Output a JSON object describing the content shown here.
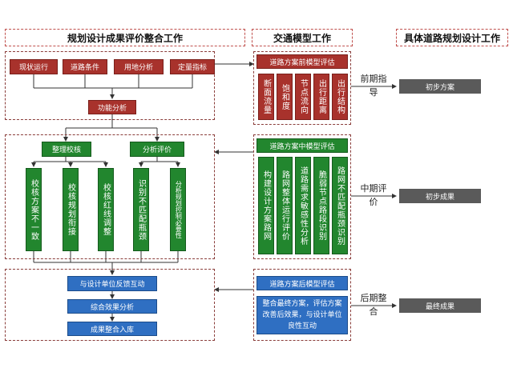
{
  "headers": {
    "planning": "规划设计成果评价整合工作",
    "traffic": "交通模型工作",
    "road": "具体道路规划设计工作"
  },
  "left": {
    "inputs": [
      "现状运行",
      "道路条件",
      "用地分析",
      "定量指标"
    ],
    "function_analysis": "功能分析",
    "check_group": "整理校核",
    "eval_group": "分析评价",
    "check_items": [
      "校核方案不一致",
      "校核规划衔接",
      "校核红线调整"
    ],
    "eval_items": [
      "识别不匹配瓶颈",
      "分析规划控制必要性"
    ],
    "bottom_steps": [
      "与设计单位反馈互动",
      "综合效果分析",
      "成果整合入库"
    ]
  },
  "middle": {
    "pre_title": "道路方案前模型评估",
    "pre_items": [
      "断面流量",
      "饱和度",
      "节点流向",
      "出行距离",
      "出行结构"
    ],
    "mid_title": "道路方案中模型评估",
    "mid_items": [
      "构建设计方案路网",
      "路网整体运行评价",
      "道路需求敏感性分析",
      "脆弱节点路段识别",
      "路网不匹配瓶颈识别"
    ],
    "post_title": "道路方案后模型评估",
    "post_desc": "整合最终方案，评估方案改善后效果，与设计单位良性互动"
  },
  "right": {
    "phases": [
      {
        "label": "前期指导",
        "result": "初步方案"
      },
      {
        "label": "中期评价",
        "result": "初步成果"
      },
      {
        "label": "后期整合",
        "result": "最终成果"
      }
    ]
  }
}
